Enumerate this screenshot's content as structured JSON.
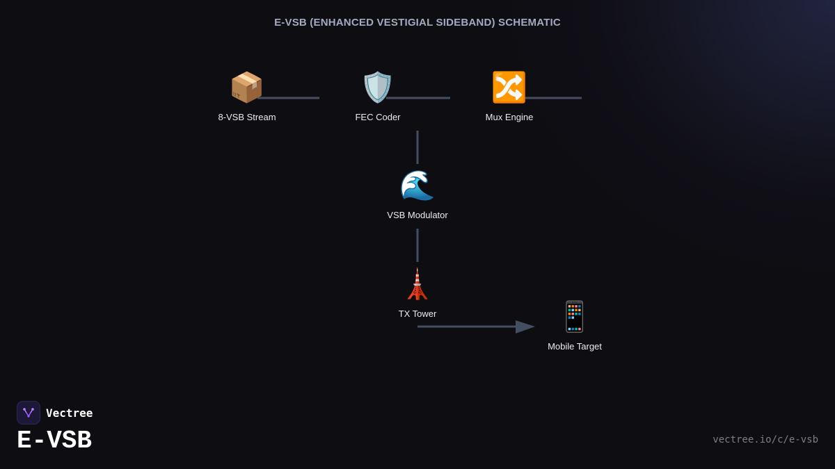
{
  "diagram": {
    "title": "E-VSB (ENHANCED VESTIGIAL SIDEBAND) SCHEMATIC",
    "nodes": [
      {
        "id": "stream",
        "label": "8-VSB Stream",
        "icon": "📦",
        "icon_name": "package-icon"
      },
      {
        "id": "fec",
        "label": "FEC Coder",
        "icon": "🛡️",
        "icon_name": "shield-icon"
      },
      {
        "id": "mux",
        "label": "Mux Engine",
        "icon": "🔀",
        "icon_name": "shuffle-icon"
      },
      {
        "id": "mod",
        "label": "VSB Modulator",
        "icon": "🌊",
        "icon_name": "wave-icon"
      },
      {
        "id": "tower",
        "label": "TX Tower",
        "icon": "🗼",
        "icon_name": "tower-icon"
      },
      {
        "id": "mobile",
        "label": "Mobile Target",
        "icon": "📱",
        "icon_name": "mobile-phone-icon"
      }
    ],
    "edges": [
      {
        "from": "stream",
        "to": "fec"
      },
      {
        "from": "fec",
        "to": "mux"
      },
      {
        "from": "mux",
        "to": "mod"
      },
      {
        "from": "mod",
        "to": "tower"
      },
      {
        "from": "tower",
        "to": "mobile",
        "arrow": true
      }
    ],
    "colors": {
      "edge": "#444e61",
      "label": "#e9ecf2",
      "title": "#a2abbf",
      "logo_accent": "#a855f7"
    }
  },
  "brand": {
    "name": "Vectree",
    "product": "E-VSB",
    "url": "vectree.io/c/e-vsb"
  }
}
